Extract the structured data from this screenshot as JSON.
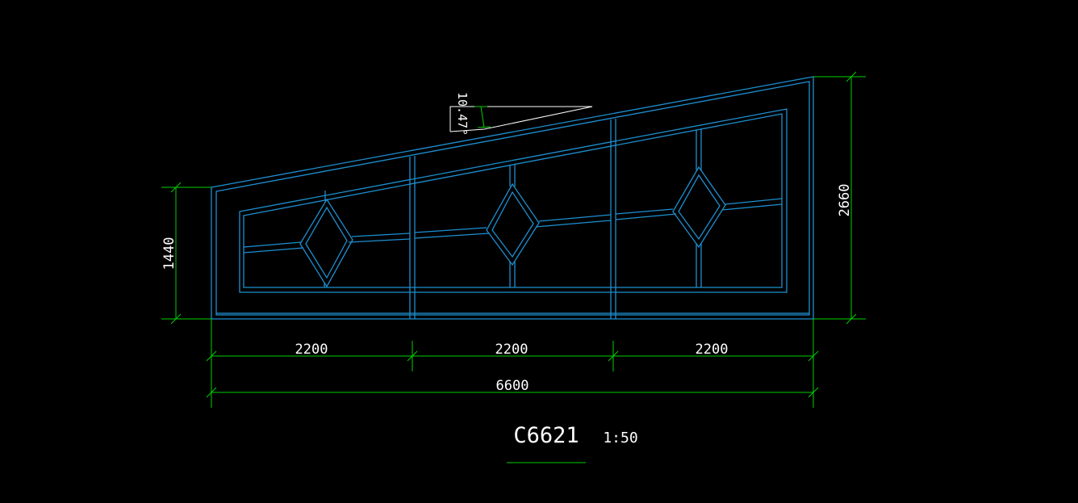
{
  "colors": {
    "background": "#000000",
    "frame": "#1e8fd0",
    "glazing_bar": "#1e8fd0",
    "dimension": "#00d100",
    "text": "#ffffff",
    "angle_marker": "#ffffff"
  },
  "drawing": {
    "title": "C6621",
    "scale": "1:50",
    "angle_label": "10.47°"
  },
  "dimensions": {
    "left_height": "1440",
    "right_height": "2660",
    "panel_widths": [
      "2200",
      "2200",
      "2200"
    ],
    "total_width": "6600"
  }
}
